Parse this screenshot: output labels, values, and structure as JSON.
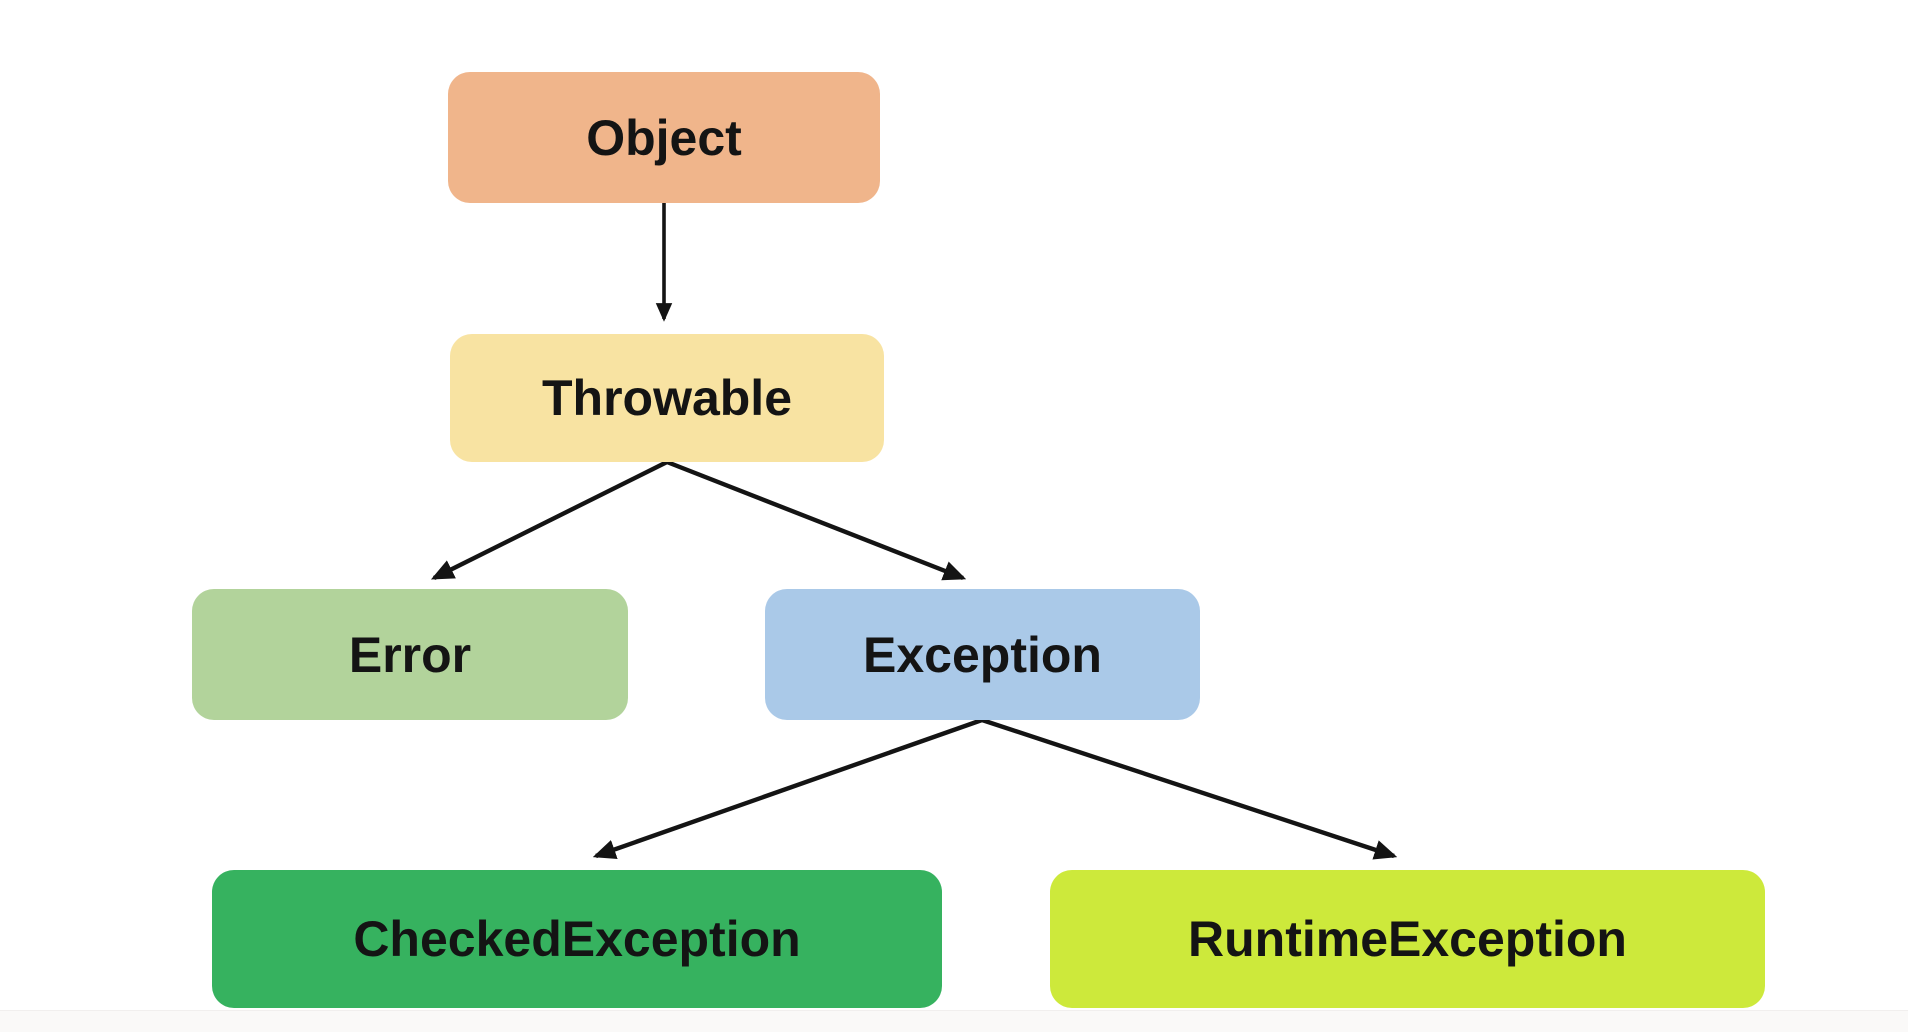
{
  "diagram": {
    "description": "Java exception class hierarchy",
    "background_color": "#ffffff",
    "arrow_color": "#141414",
    "text_color": "#141414",
    "footer_strip_color": "#faf9f8",
    "nodes": [
      {
        "id": "object",
        "label": "Object",
        "color": "#F0B58B"
      },
      {
        "id": "throwable",
        "label": "Throwable",
        "color": "#F8E3A2"
      },
      {
        "id": "error",
        "label": "Error",
        "color": "#B2D39B"
      },
      {
        "id": "exception",
        "label": "Exception",
        "color": "#AAC9E8"
      },
      {
        "id": "checked-exception",
        "label": "CheckedException",
        "color": "#36B25F"
      },
      {
        "id": "runtime-exception",
        "label": "RuntimeException",
        "color": "#CDE93B"
      }
    ],
    "edges": [
      {
        "from": "object",
        "to": "throwable"
      },
      {
        "from": "throwable",
        "to": "error"
      },
      {
        "from": "throwable",
        "to": "exception"
      },
      {
        "from": "exception",
        "to": "checked-exception"
      },
      {
        "from": "exception",
        "to": "runtime-exception"
      }
    ]
  }
}
